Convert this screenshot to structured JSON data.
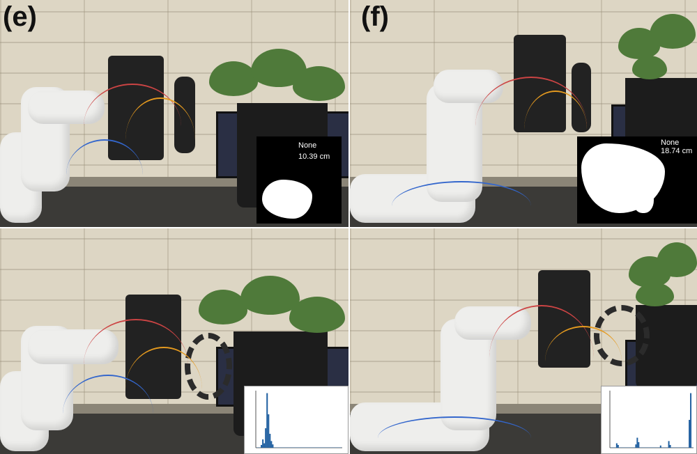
{
  "panels": [
    {
      "id": "e",
      "label": "(e)",
      "inset": {
        "kind": "mask",
        "line1": "None",
        "line2": "10.39  cm"
      }
    },
    {
      "id": "f",
      "label": "(f)",
      "inset": {
        "kind": "mask",
        "line1": "None",
        "line2": "18.74  cm"
      }
    },
    {
      "id": "g",
      "label": "",
      "inset": {
        "kind": "histogram"
      }
    },
    {
      "id": "h",
      "label": "",
      "inset": {
        "kind": "histogram"
      }
    }
  ],
  "colors": {
    "wall": "#ddd6c4",
    "arm": "#eeeeec",
    "plant": "#4f7a3a",
    "pot": "#1c1c1c",
    "mask_bg": "#000000",
    "mask_fg": "#ffffff",
    "hist_bar": "#1f5fa0"
  }
}
